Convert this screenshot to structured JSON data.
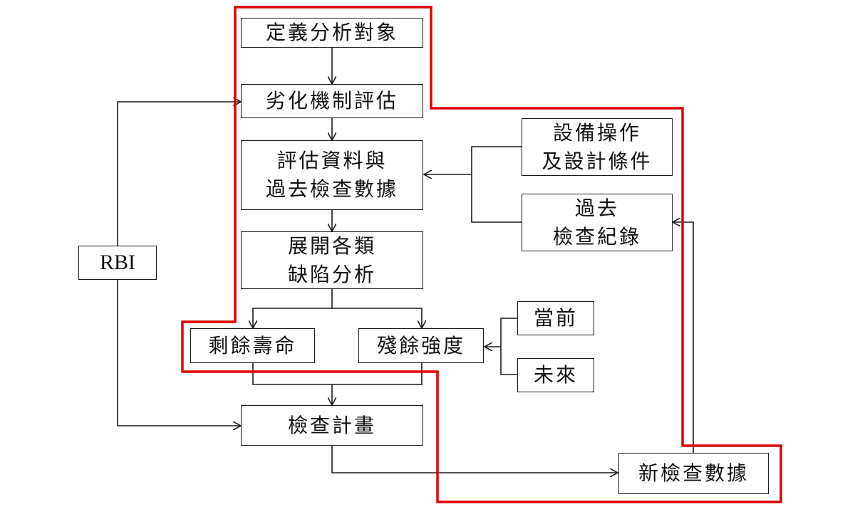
{
  "boxes": {
    "define_target": "定義分析對象",
    "mechanism_eval": "劣化機制評估",
    "eval_data": [
      "評估資料與",
      "過去檢查數據"
    ],
    "defect_analysis": [
      "展開各類",
      "缺陷分析"
    ],
    "remaining_life": "剩餘壽命",
    "residual_strength": "殘餘強度",
    "inspection_plan": "檢查計畫",
    "new_inspection_data": "新檢查數據",
    "operating_design": [
      "設備操作",
      "及設計條件"
    ],
    "past_records": [
      "過去",
      "檢查紀錄"
    ],
    "current": "當前",
    "future": "未來",
    "rbi": "RBI"
  },
  "colors": {
    "outline": "#e00000",
    "stroke": "#1a1a1a"
  }
}
